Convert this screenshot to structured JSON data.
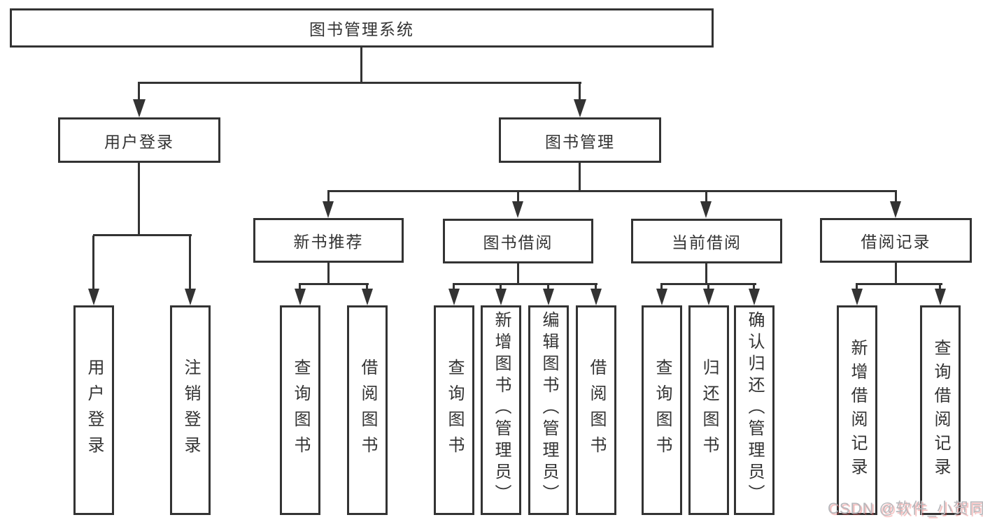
{
  "diagram": {
    "root": "图书管理系统",
    "level2": [
      "用户登录",
      "图书管理"
    ],
    "level3": [
      "新书推荐",
      "图书借阅",
      "当前借阅",
      "借阅记录"
    ],
    "leaves": {
      "login": [
        "用户登录",
        "注销登录"
      ],
      "recommend": [
        "查询图书",
        "借阅图书"
      ],
      "borrow": [
        "查询图书",
        "新增图书（管理员）",
        "编辑图书（管理员）",
        "借阅图书"
      ],
      "current": [
        "查询图书",
        "归还图书",
        "确认归还（管理员）"
      ],
      "records": [
        "新增借阅记录",
        "查询借阅记录"
      ]
    },
    "line_color": "#333333",
    "background_color": "#ffffff"
  },
  "watermark": "CSDN @软件_小贺同学"
}
